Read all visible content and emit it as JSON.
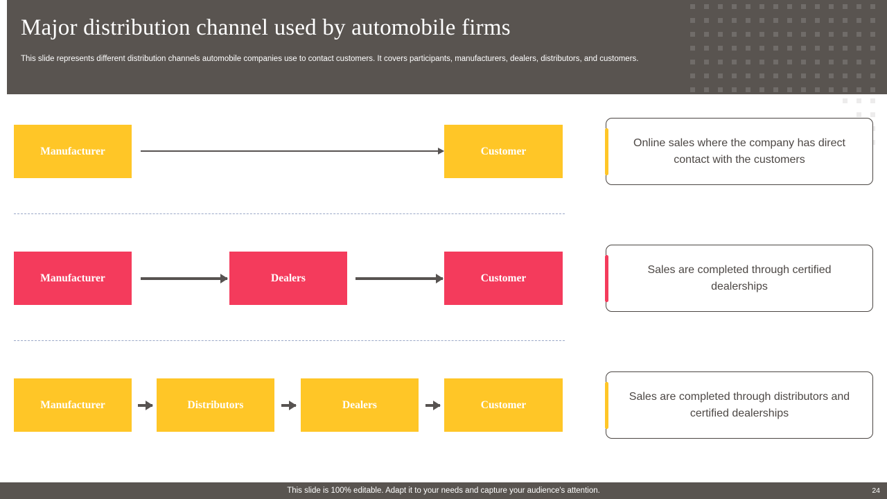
{
  "header": {
    "title": "Major distribution channel used by automobile firms",
    "subtitle": "This slide represents different distribution channels automobile companies use to contact customers. It covers participants, manufacturers, dealers, distributors, and customers."
  },
  "colors": {
    "header_bg": "#595450",
    "yellow": "#ffc627",
    "pink": "#f43b5c",
    "arrow": "#575351",
    "dashed": "#9aa7c7",
    "card_border": "#4a4542",
    "text_dark": "#4c4744"
  },
  "rows": [
    {
      "id": "row-1",
      "color": "yellow",
      "nodes": [
        {
          "label": "Manufacturer"
        },
        {
          "label": "Customer"
        }
      ],
      "callout": "Online sales where the company has direct contact with the customers",
      "accent_color": "#ffc627"
    },
    {
      "id": "row-2",
      "color": "pink",
      "nodes": [
        {
          "label": "Manufacturer"
        },
        {
          "label": "Dealers"
        },
        {
          "label": "Customer"
        }
      ],
      "callout": "Sales are completed through certified dealerships",
      "accent_color": "#f43b5c"
    },
    {
      "id": "row-3",
      "color": "yellow",
      "nodes": [
        {
          "label": "Manufacturer"
        },
        {
          "label": "Distributors"
        },
        {
          "label": "Dealers"
        },
        {
          "label": "Customer"
        }
      ],
      "callout": "Sales are completed through distributors and certified dealerships",
      "accent_color": "#ffc627"
    }
  ],
  "footer": {
    "note": "This slide is 100% editable. Adapt it to your needs and capture your audience's attention.",
    "page": "24"
  }
}
